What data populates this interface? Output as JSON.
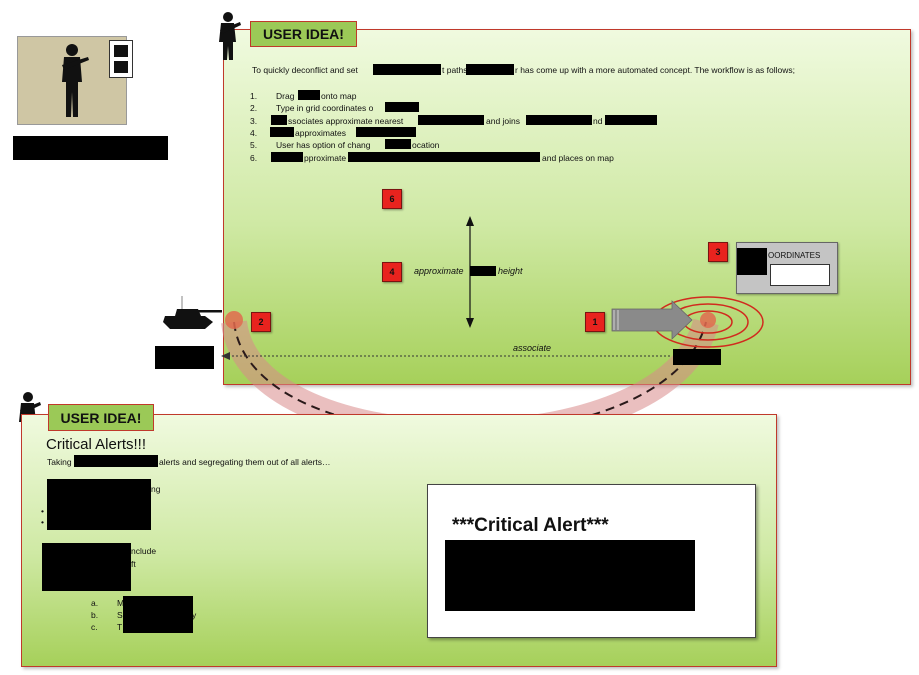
{
  "badges": {
    "top": "USER IDEA!",
    "bottom": "USER IDEA!"
  },
  "top_panel": {
    "intro_a": "To quickly deconflict and set",
    "intro_b": "t paths,",
    "intro_c": "r has come up with a more automated concept. The workflow is as follows;",
    "steps": [
      {
        "n": "1.",
        "t1": "Drag",
        "t2": "onto map"
      },
      {
        "n": "2.",
        "t1": "Type in grid coordinates o",
        "t2": ""
      },
      {
        "n": "3.",
        "t1": "ssociates approximate nearest",
        "t2": "and joins",
        "t3": "nd"
      },
      {
        "n": "4.",
        "t1": "approximates",
        "t2": ""
      },
      {
        "n": "5.",
        "t1": "User has option of chang",
        "t2": "ocation"
      },
      {
        "n": "6.",
        "t1": "pproximate",
        "t2": "and places on map"
      }
    ],
    "markers": {
      "m1": "1",
      "m2": "2",
      "m3": "3",
      "m4": "4",
      "m6": "6"
    },
    "approx_label_a": "approximate",
    "approx_label_b": "height",
    "associate_label": "associate",
    "coord_label": "OORDINATES"
  },
  "bottom_panel": {
    "title": "Critical Alerts!!!",
    "taking_a": "Taking",
    "taking_b": "alerts and segregating them out of all alerts…",
    "frag_ng": "ng",
    "frag_include": "nclude",
    "frag_ft": "ft",
    "list": [
      {
        "n": "a.",
        "t": "M"
      },
      {
        "n": "b.",
        "t": "S",
        "tail": "y"
      },
      {
        "n": "c.",
        "t": "T"
      }
    ],
    "bullets": [
      "•",
      "•"
    ],
    "alert_title": "***Critical Alert***"
  },
  "colors": {
    "panel_border": "#c0392b",
    "marker_red": "#e8231e",
    "badge_green": "#9bc957"
  }
}
